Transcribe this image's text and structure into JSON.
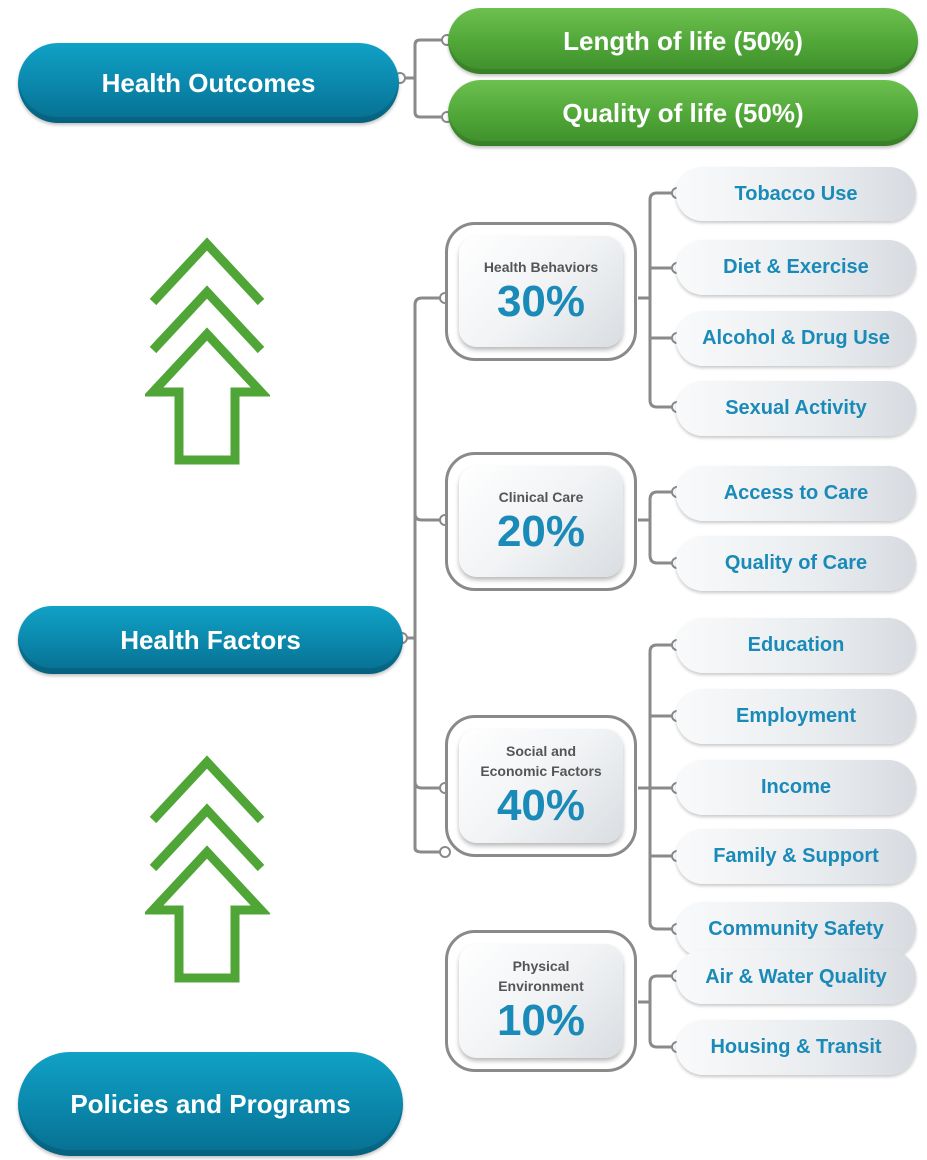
{
  "outcomes": {
    "title": "Health Outcomes",
    "items": [
      "Length of life (50%)",
      "Quality of life (50%)"
    ]
  },
  "factors": {
    "title": "Health Factors",
    "categories": [
      {
        "name": "Health Behaviors",
        "percent": "30%",
        "items": [
          "Tobacco Use",
          "Diet & Exercise",
          "Alcohol & Drug Use",
          "Sexual Activity"
        ]
      },
      {
        "name": "Clinical Care",
        "percent": "20%",
        "items": [
          "Access to Care",
          "Quality of Care"
        ]
      },
      {
        "name": "Social and\nEconomic Factors",
        "percent": "40%",
        "items": [
          "Education",
          "Employment",
          "Income",
          "Family & Support",
          "Community Safety"
        ]
      },
      {
        "name": "Physical\nEnvironment",
        "percent": "10%",
        "items": [
          "Air & Water Quality",
          "Housing & Transit"
        ]
      }
    ]
  },
  "policies": {
    "title": "Policies and Programs"
  },
  "colors": {
    "teal": "#0a86aa",
    "green": "#4fa637",
    "text_blue": "#1a8ab8",
    "connector": "#8a8a8a"
  },
  "icons": {
    "arrow": "chevron-up-arrow-icon"
  }
}
